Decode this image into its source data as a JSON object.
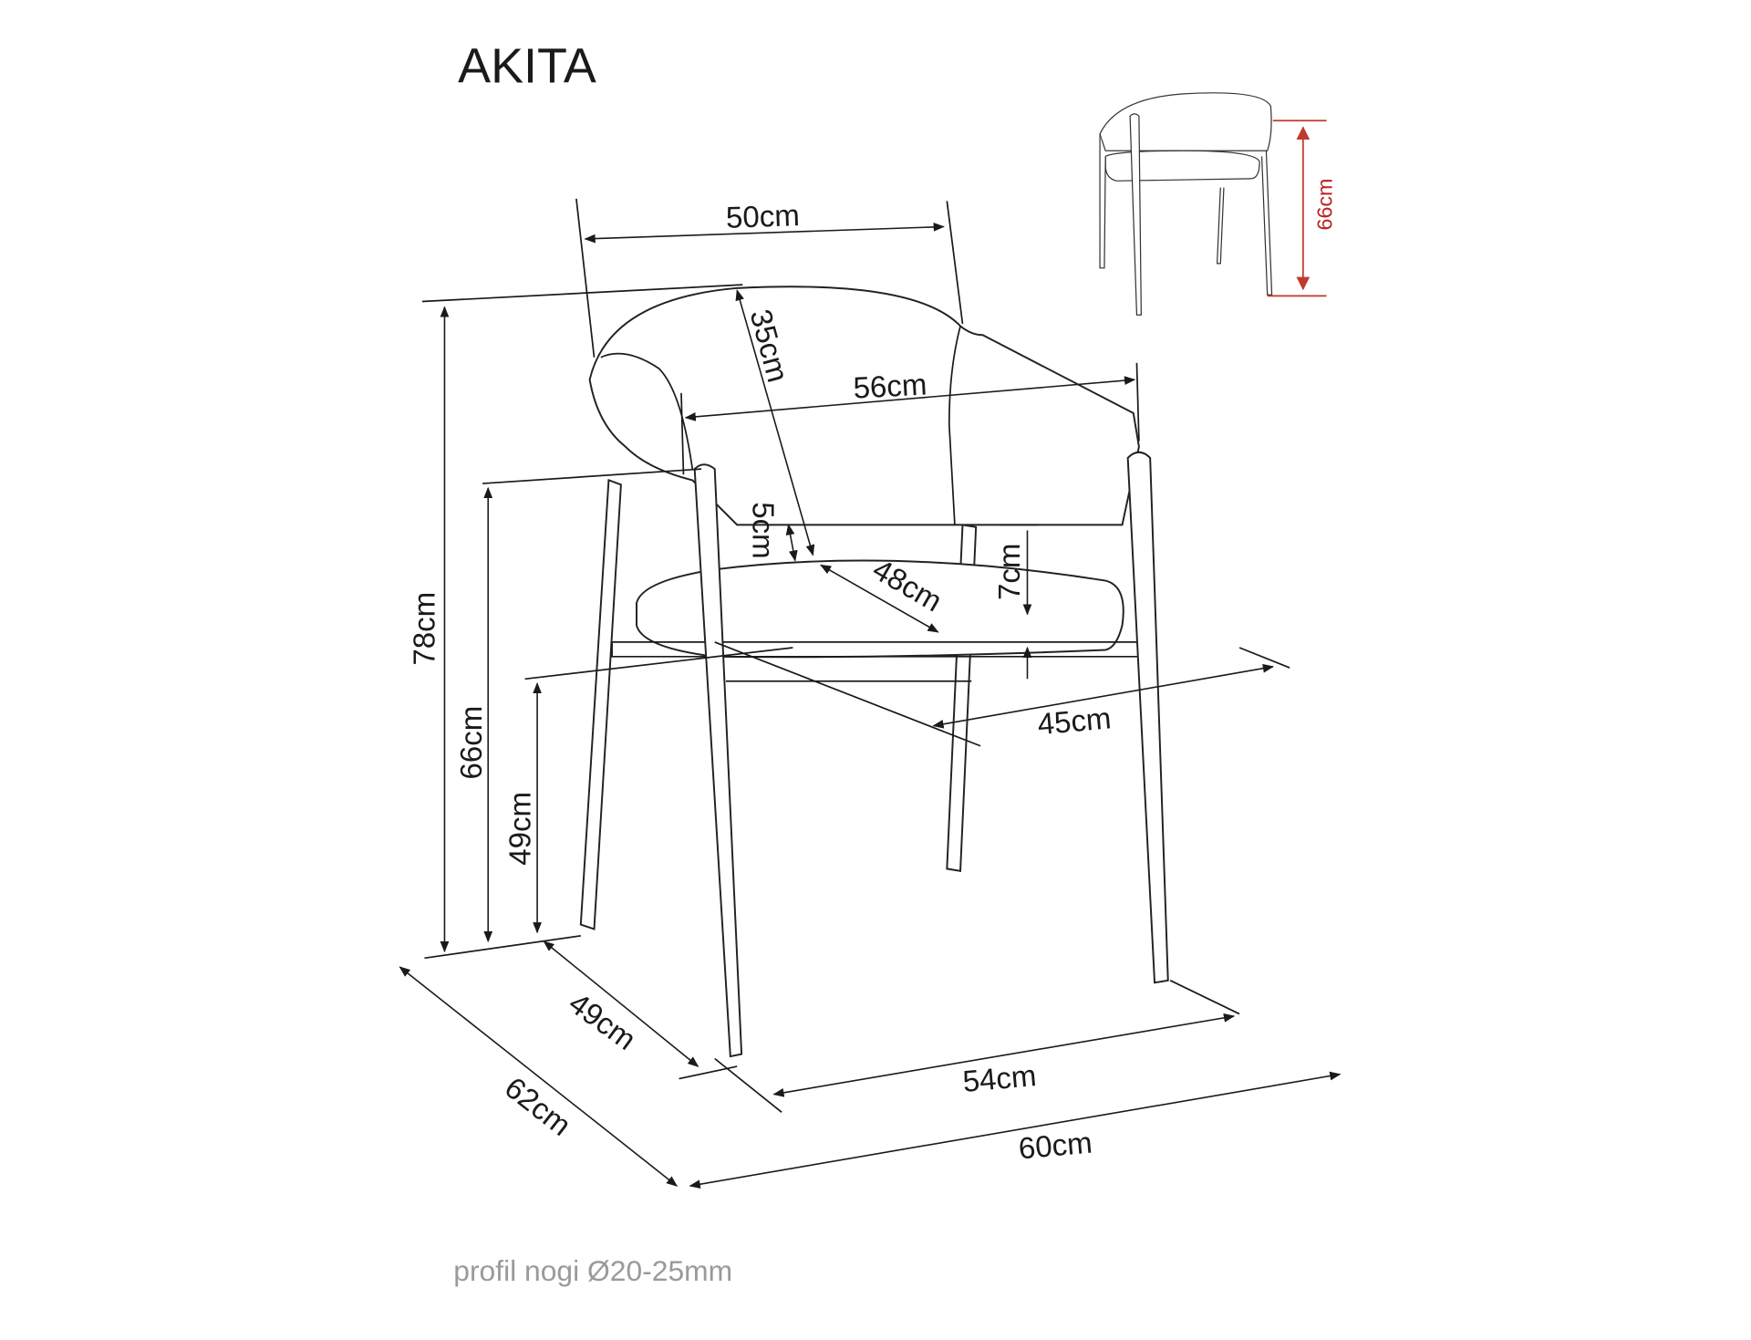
{
  "title": "AKITA",
  "dimensions": {
    "backrest_width": "50cm",
    "backrest_height": "35cm",
    "armrest_width": "56cm",
    "seat_thickness_gap": "5cm",
    "seat_depth": "48cm",
    "seat_cushion": "7cm",
    "seat_width": "45cm",
    "total_height": "78cm",
    "armrest_height": "66cm",
    "seat_height": "49cm",
    "leg_depth": "49cm",
    "leg_width": "54cm",
    "total_depth": "62cm",
    "total_width": "60cm"
  },
  "inset": {
    "armrest_height": "66cm",
    "accent_color": "#c0392b"
  },
  "footer": "profil nogi Ø20-25mm"
}
